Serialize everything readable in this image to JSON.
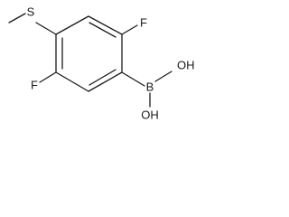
{
  "molecule": {
    "atoms": {
      "sulfur": "S",
      "fluorine_top": "F",
      "fluorine_bottom": "F",
      "boron": "B",
      "hydroxyl_upper": "OH",
      "hydroxyl_lower": "OH"
    },
    "colors": {
      "ink": "#1a1a1a",
      "background": "#ffffff"
    }
  }
}
